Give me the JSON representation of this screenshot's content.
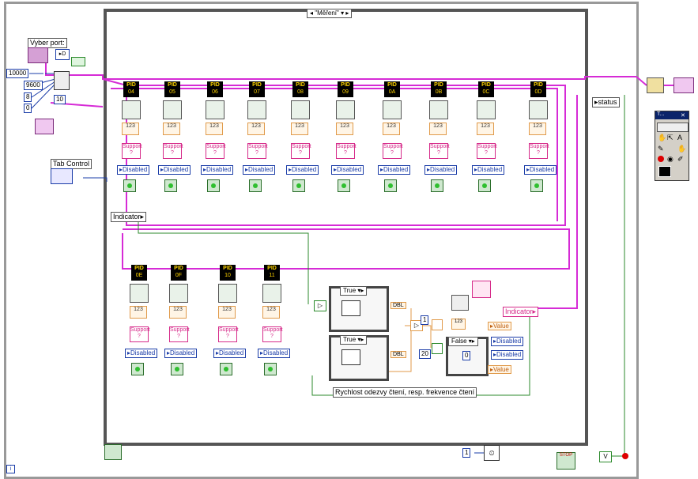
{
  "loop": {
    "case_selector": "\"Měření\""
  },
  "port": {
    "label": "Vyber port:",
    "baud_constant": "10000",
    "rate_constant": "9600",
    "bits_constant": "8",
    "parity_constant": "0",
    "count_constant": "10"
  },
  "tab_control": {
    "label": "Tab Control"
  },
  "indicator_label": "Indicator",
  "status_label": "status",
  "pids_top": [
    {
      "id": "PID",
      "code": "04"
    },
    {
      "id": "PID",
      "code": "05"
    },
    {
      "id": "PID",
      "code": "06"
    },
    {
      "id": "PID",
      "code": "07"
    },
    {
      "id": "PID",
      "code": "08"
    },
    {
      "id": "PID",
      "code": "09"
    },
    {
      "id": "PID",
      "code": "0A"
    },
    {
      "id": "PID",
      "code": "0B"
    },
    {
      "id": "PID",
      "code": "0C"
    },
    {
      "id": "PID",
      "code": "0D"
    }
  ],
  "pids_bottom": [
    {
      "id": "PID",
      "code": "0E"
    },
    {
      "id": "PID",
      "code": "0F"
    },
    {
      "id": "PID",
      "code": "10"
    },
    {
      "id": "PID",
      "code": "11"
    }
  ],
  "cell": {
    "disabled_label": "Disabled",
    "support_label": "Support ?",
    "numeric_label": "123"
  },
  "case_true_label": "True",
  "case_false_label": "False",
  "dbl_label": "DBL",
  "constants": {
    "one": "1",
    "twenty": "20",
    "zero": "0",
    "one_bottom": "1"
  },
  "value_label": "Value",
  "speed_label": "Rychlost odezvy čtení, resp. frekvence čtení",
  "stop_label": "STOP",
  "colors": {
    "magenta_wire": "#d62bd6",
    "blue_wire": "#1a3ca8",
    "orange_wire": "#e09a4a",
    "green_wire": "#2b8a2b",
    "pid_bg": "#000000",
    "pid_text": "#ffd400"
  }
}
